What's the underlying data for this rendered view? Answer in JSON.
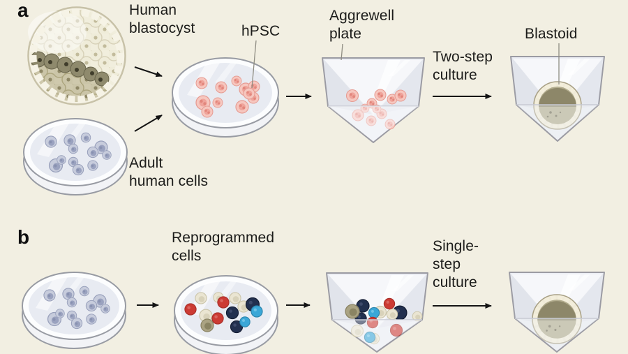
{
  "figure": {
    "type": "scientific-diagram",
    "background_color": "#f2efe2",
    "panels": {
      "a": {
        "panel_label": "a",
        "human_blastocyst_label": [
          "Human",
          "blastocyst"
        ],
        "hpsc_label": "hPSC",
        "adult_human_cells_label": [
          "Adult",
          "human cells"
        ],
        "aggrewell_plate_label": [
          "Aggrewell",
          "plate"
        ],
        "two_step_culture_label": [
          "Two-step",
          "culture"
        ],
        "blastoid_label": "Blastoid"
      },
      "b": {
        "panel_label": "b",
        "reprogrammed_cells_label": [
          "Reprogrammed",
          "cells"
        ],
        "single_step_culture_label": [
          "Single-",
          "step",
          "culture"
        ]
      }
    },
    "colors": {
      "background": "#f2efe2",
      "text": "#1c1c1a",
      "arrow": "#141414",
      "dish_outline": "#989ba3",
      "dish_media": "#e8ebf2",
      "well_fill": "#eceef4",
      "hpsc_cell_pink": "#efa49b",
      "adult_cell_blue": "#9aa2bf",
      "reprogrammed_red": "#cc3b34",
      "reprogrammed_navy": "#22304f",
      "reprogrammed_cyan": "#3ba7d7",
      "reprogrammed_olive": "#aaa383",
      "reprogrammed_beige": "#eae5d2",
      "blastoid_ring": "#efead7",
      "blastoid_core_dark": "#8d8769",
      "blastoid_core_light": "#b3ad8e",
      "blastocyst_band": "#8f8a6d"
    }
  }
}
